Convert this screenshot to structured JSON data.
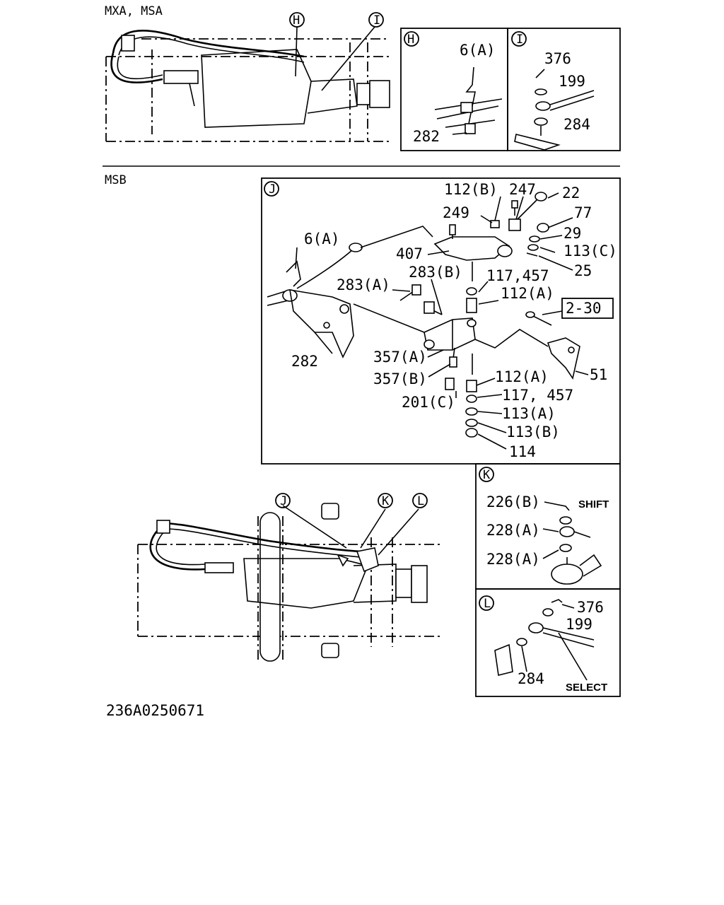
{
  "sections": {
    "top_label": "MXA, MSA",
    "mid_label": "MSB"
  },
  "callouts": {
    "H": "H",
    "I": "I",
    "J": "J",
    "K": "K",
    "L": "L"
  },
  "panel_h": {
    "p1": "6(A)",
    "p2": "282"
  },
  "panel_i": {
    "p1": "376",
    "p2": "199",
    "p3": "284"
  },
  "panel_j": {
    "p1": "112(B)",
    "p2": "247",
    "p3": "22",
    "p4": "249",
    "p5": "77",
    "p6": "407",
    "p7": "29",
    "p8": "113(C)",
    "p9": "6(A)",
    "p10": "25",
    "p11": "283(B)",
    "p12": "117,457",
    "p13": "283(A)",
    "p14": "112(A)",
    "p15": "2-30",
    "p16": "282",
    "p17": "357(A)",
    "p18": "51",
    "p19": "357(B)",
    "p20": "112(A)",
    "p21": "201(C)",
    "p22": "117, 457",
    "p23": "113(A)",
    "p24": "113(B)",
    "p25": "114"
  },
  "panel_k": {
    "p1": "226(B)",
    "p2": "SHIFT",
    "p3": "228(A)",
    "p4": "228(A)"
  },
  "panel_l": {
    "p1": "376",
    "p2": "199",
    "p3": "284",
    "p4": "SELECT"
  },
  "footer": {
    "code": "236A0250671"
  }
}
